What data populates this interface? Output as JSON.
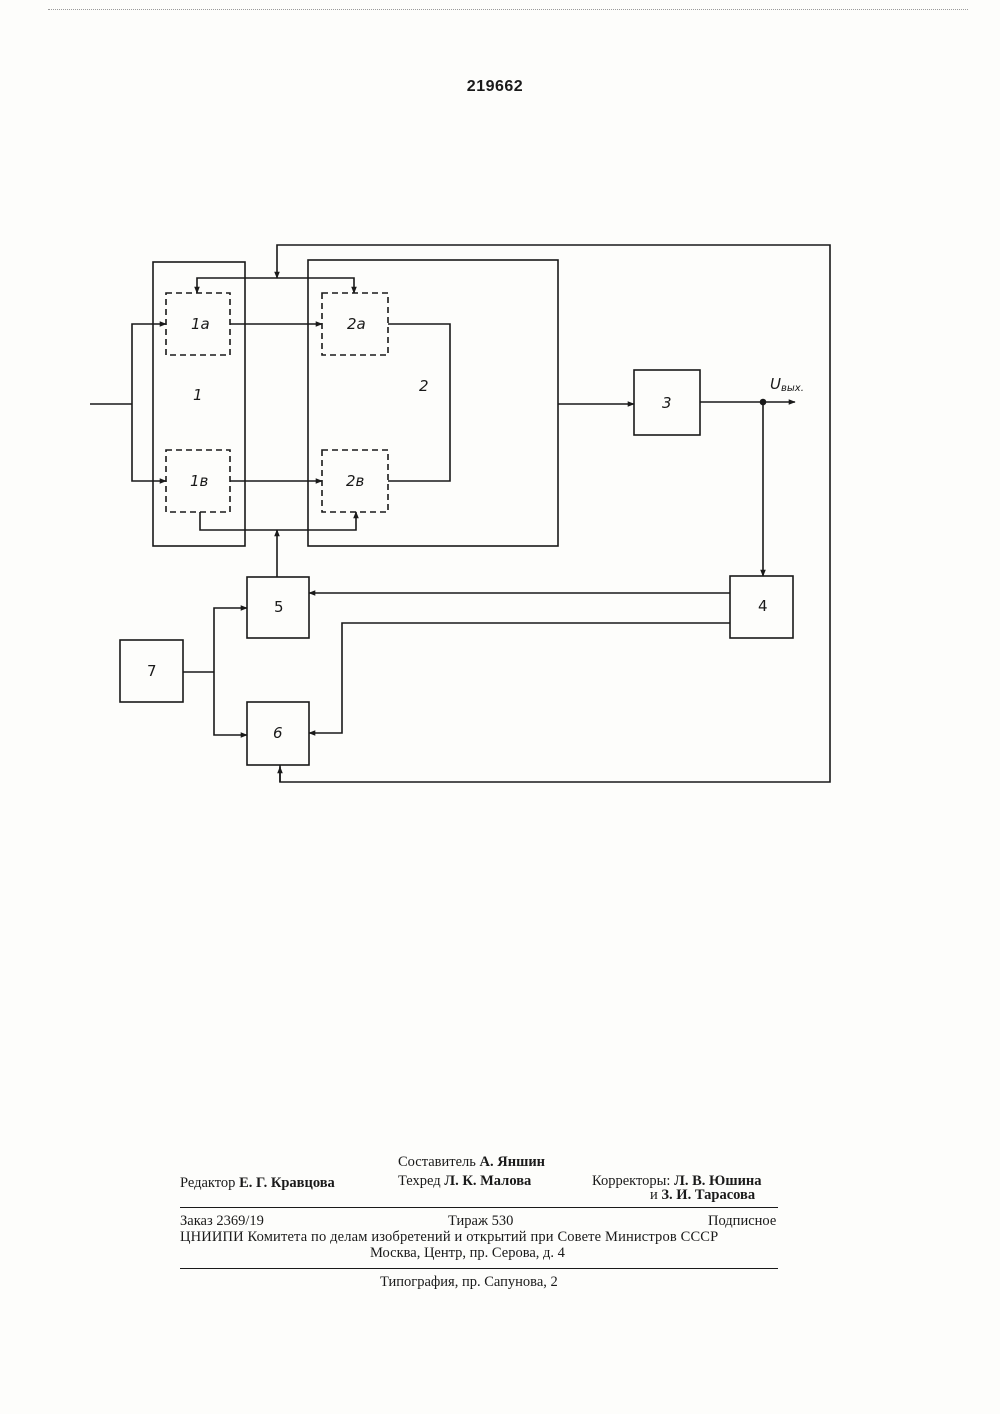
{
  "patent_number": "219662",
  "diagram": {
    "blocks": {
      "b1": "1",
      "b1a": "1а",
      "b1v": "1в",
      "b2": "2",
      "b2a": "2а",
      "b2v": "2в",
      "b3": "3",
      "b4": "4",
      "b5": "5",
      "b6": "6",
      "b7": "7"
    },
    "output_label": "U",
    "output_label_sub": "вых."
  },
  "colophon": {
    "compiler_role": "Составитель",
    "compiler_name": "А. Яншин",
    "editor_role": "Редактор",
    "editor_name": "Е. Г. Кравцова",
    "tech_role": "Техред",
    "tech_name": "Л. К. Малова",
    "correctors_role": "Корректоры:",
    "corrector_1": "Л. В. Юшина",
    "corrector_and": "и",
    "corrector_2": "З. И. Тарасова",
    "order": "Заказ 2369/19",
    "circulation": "Тираж 530",
    "subscription": "Подписное",
    "institution": "ЦНИИПИ Комитета по делам изобретений и открытий при Совете Министров СССР",
    "address": "Москва, Центр, пр. Серова, д. 4",
    "printer": "Типография, пр. Сапунова, 2"
  }
}
